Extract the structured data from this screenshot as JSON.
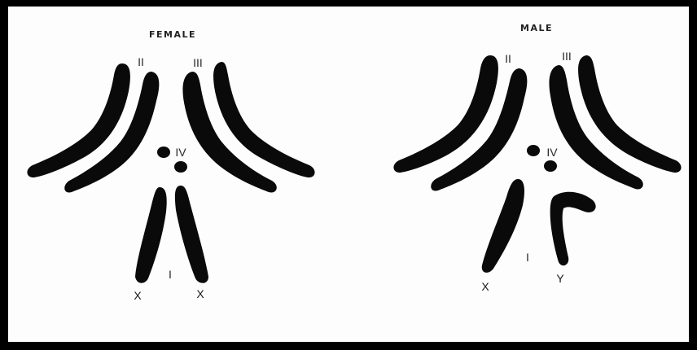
{
  "female": {
    "title": "FEMALE",
    "labels": {
      "pair2": "II",
      "pair3": "III",
      "pair4": "IV",
      "pair1": "I",
      "x_left": "X",
      "x_right": "X"
    }
  },
  "male": {
    "title": "MALE",
    "labels": {
      "pair2": "II",
      "pair3": "III",
      "pair4": "IV",
      "pair1": "I",
      "x": "X",
      "y": "Y"
    }
  }
}
